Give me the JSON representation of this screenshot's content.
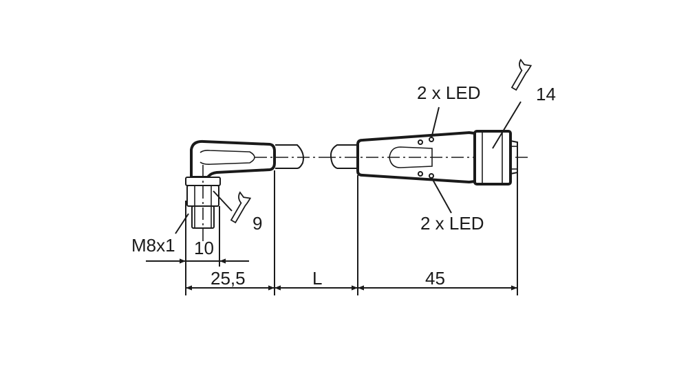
{
  "labels": {
    "led_top": "2 x LED",
    "led_bottom": "2 x LED",
    "wrench_large": "14",
    "wrench_small": "9",
    "thread": "M8x1",
    "width_10": "10",
    "dim_25_5": "25,5",
    "dim_L": "L",
    "dim_45": "45"
  },
  "colors": {
    "line": "#1a1a1a",
    "background": "#ffffff"
  },
  "icons": [
    "wrench-icon",
    "wrench-icon"
  ]
}
